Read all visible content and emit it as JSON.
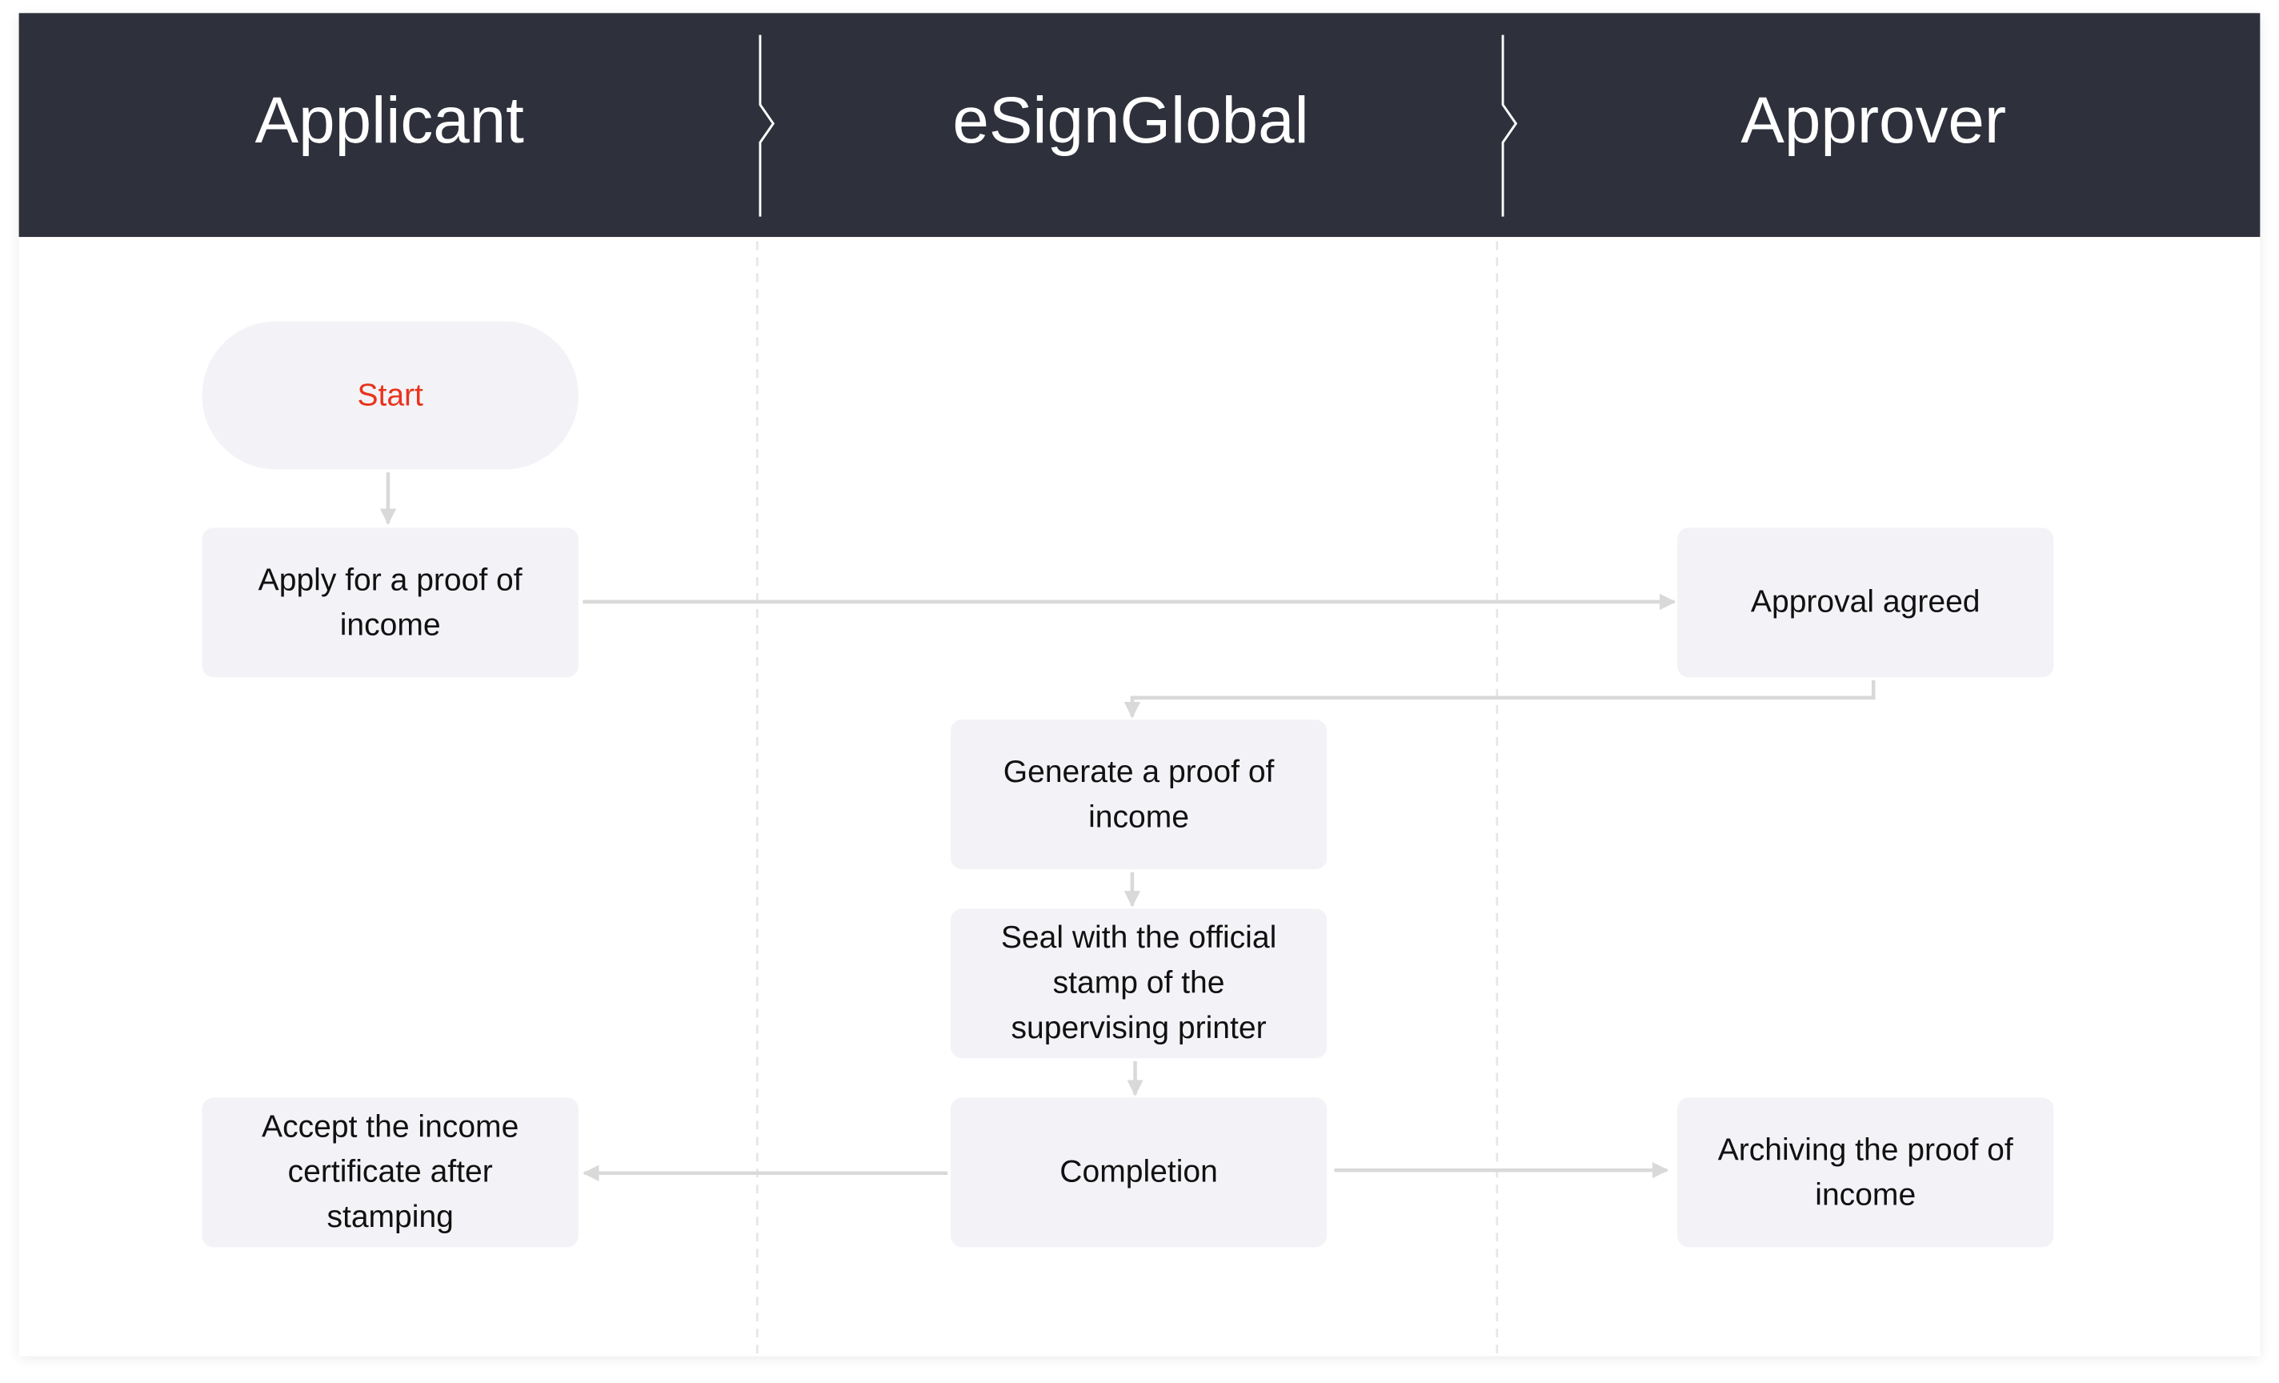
{
  "lanes": [
    "Applicant",
    "eSignGlobal",
    "Approver"
  ],
  "nodes": {
    "start": "Start",
    "apply": "Apply for a proof of income",
    "approval": "Approval agreed",
    "generate": "Generate a proof of income",
    "seal": "Seal with the official stamp of the supervising printer",
    "accept": "Accept the income certificate after stamping",
    "completion": "Completion",
    "archive": "Archiving the proof of income"
  },
  "colors": {
    "header": "#2e303b",
    "node": "#f3f3f7",
    "start_text": "#e8341c",
    "arrow": "#d9d9d9"
  }
}
